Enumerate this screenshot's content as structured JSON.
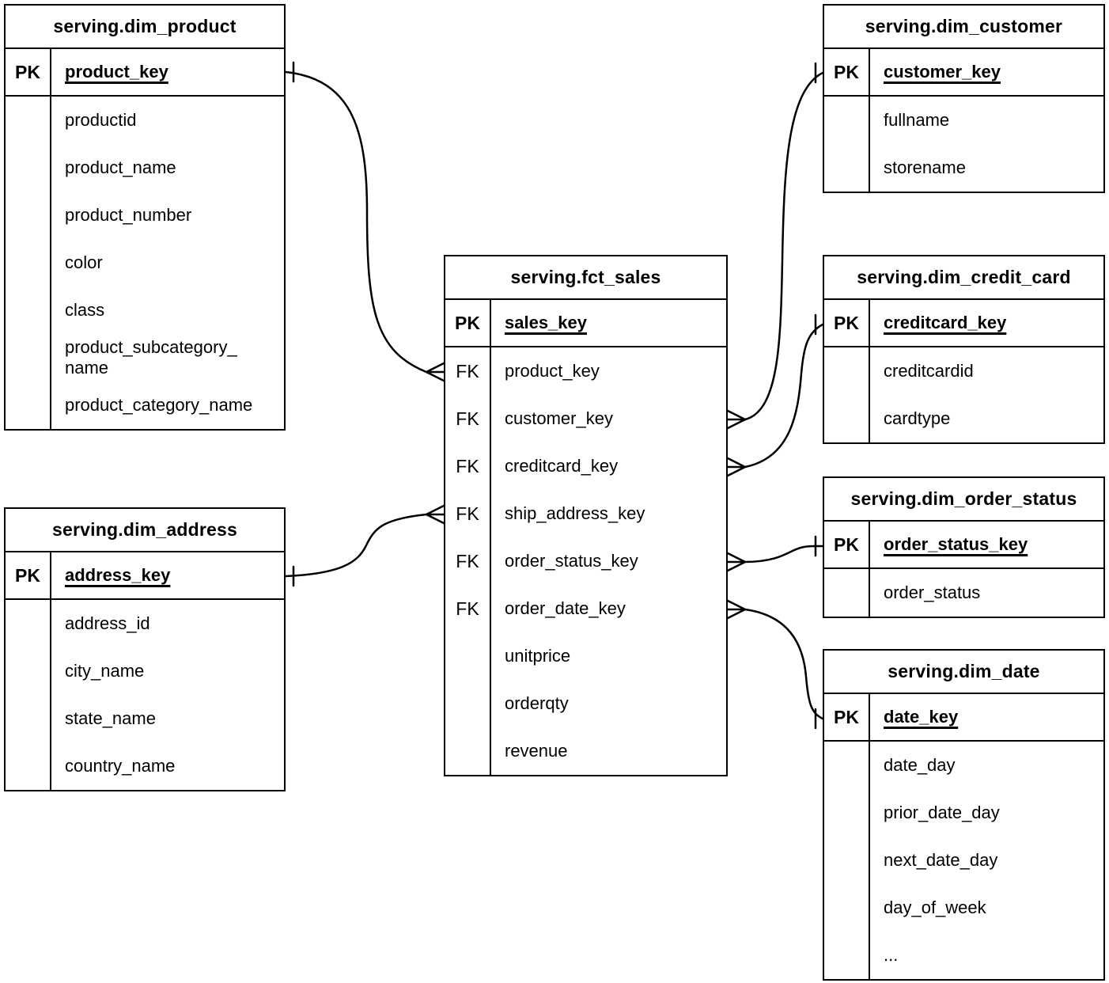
{
  "diagram_type": "entity-relationship",
  "colors": {
    "line": "#000000",
    "background": "#ffffff",
    "text": "#000000"
  },
  "tables": {
    "dim_product": {
      "title": "serving.dim_product",
      "pk": {
        "tag": "PK",
        "name": "product_key"
      },
      "fields": [
        "productid",
        "product_name",
        "product_number",
        "color",
        "class",
        "product_subcategory_name",
        "product_category_name"
      ]
    },
    "dim_address": {
      "title": "serving.dim_address",
      "pk": {
        "tag": "PK",
        "name": "address_key"
      },
      "fields": [
        "address_id",
        "city_name",
        "state_name",
        "country_name"
      ]
    },
    "fct_sales": {
      "title": "serving.fct_sales",
      "pk": {
        "tag": "PK",
        "name": "sales_key"
      },
      "rows": [
        {
          "tag": "FK",
          "name": "product_key"
        },
        {
          "tag": "FK",
          "name": "customer_key"
        },
        {
          "tag": "FK",
          "name": "creditcard_key"
        },
        {
          "tag": "FK",
          "name": "ship_address_key"
        },
        {
          "tag": "FK",
          "name": "order_status_key"
        },
        {
          "tag": "FK",
          "name": "order_date_key"
        },
        {
          "tag": "",
          "name": "unitprice"
        },
        {
          "tag": "",
          "name": "orderqty"
        },
        {
          "tag": "",
          "name": "revenue"
        }
      ]
    },
    "dim_customer": {
      "title": "serving.dim_customer",
      "pk": {
        "tag": "PK",
        "name": "customer_key"
      },
      "fields": [
        "fullname",
        "storename"
      ]
    },
    "dim_credit_card": {
      "title": "serving.dim_credit_card",
      "pk": {
        "tag": "PK",
        "name": "creditcard_key"
      },
      "fields": [
        "creditcardid",
        "cardtype"
      ]
    },
    "dim_order_status": {
      "title": "serving.dim_order_status",
      "pk": {
        "tag": "PK",
        "name": "order_status_key"
      },
      "fields": [
        "order_status"
      ]
    },
    "dim_date": {
      "title": "serving.dim_date",
      "pk": {
        "tag": "PK",
        "name": "date_key"
      },
      "fields": [
        "date_day",
        "prior_date_day",
        "next_date_day",
        "day_of_week",
        "..."
      ]
    }
  },
  "relationships": [
    {
      "from": "serving.fct_sales.product_key",
      "to": "serving.dim_product.product_key",
      "cardinality": "many-to-one"
    },
    {
      "from": "serving.fct_sales.customer_key",
      "to": "serving.dim_customer.customer_key",
      "cardinality": "many-to-one"
    },
    {
      "from": "serving.fct_sales.creditcard_key",
      "to": "serving.dim_credit_card.creditcard_key",
      "cardinality": "many-to-one"
    },
    {
      "from": "serving.fct_sales.ship_address_key",
      "to": "serving.dim_address.address_key",
      "cardinality": "many-to-one"
    },
    {
      "from": "serving.fct_sales.order_status_key",
      "to": "serving.dim_order_status.order_status_key",
      "cardinality": "many-to-one"
    },
    {
      "from": "serving.fct_sales.order_date_key",
      "to": "serving.dim_date.date_key",
      "cardinality": "many-to-one"
    }
  ]
}
